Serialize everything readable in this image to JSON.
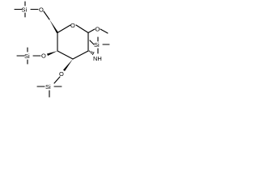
{
  "molecule": {
    "labels": {
      "si_top": "Si",
      "o_6": "O",
      "o_ring": "O",
      "o_1": "O",
      "si_4": "Si",
      "o_4": "O",
      "si_n": "Si",
      "nh": "NH",
      "o_3": "O",
      "si_3": "Si"
    }
  }
}
